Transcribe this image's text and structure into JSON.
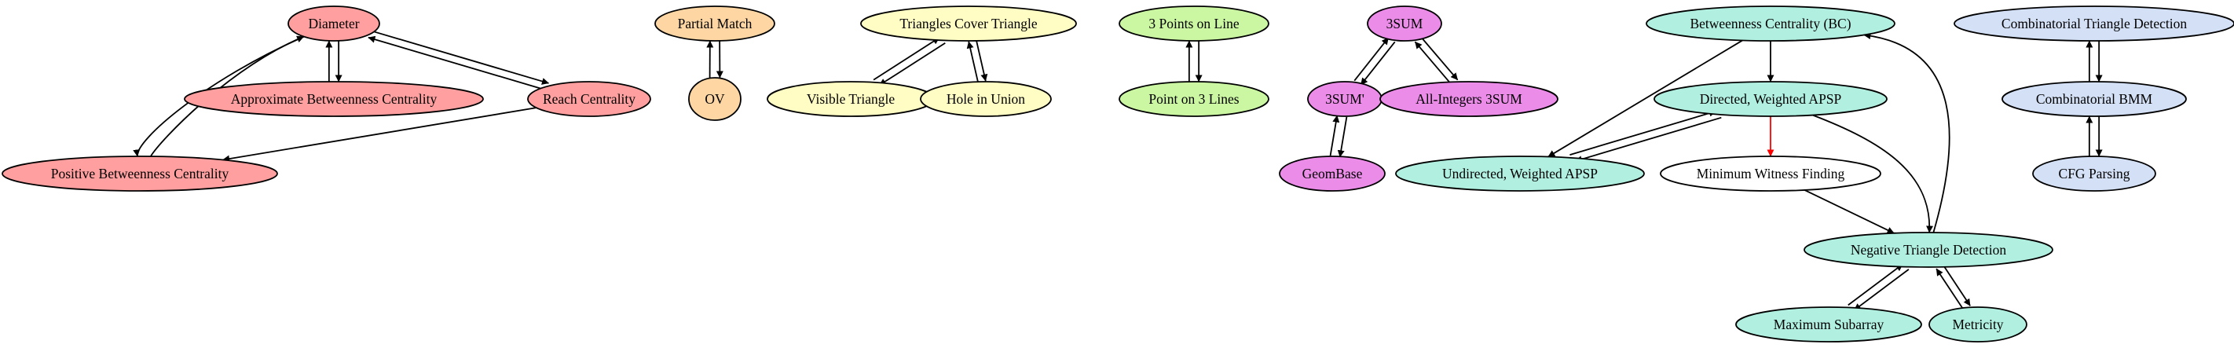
{
  "colors": {
    "red": "#ff9f9f",
    "orange": "#fdd6a3",
    "yellow": "#fffcc4",
    "green": "#cbf7a3",
    "magenta": "#ec8ce9",
    "teal": "#b1f0e0",
    "blue": "#d3e0f6",
    "white": "#ffffff",
    "edge_default": "#000000",
    "edge_highlight": "#ff0000"
  },
  "nodes": [
    {
      "id": "diameter",
      "label": "Diameter",
      "color": "red"
    },
    {
      "id": "approx_bc",
      "label": "Approximate Betweenness Centrality",
      "color": "red"
    },
    {
      "id": "reach",
      "label": "Reach Centrality",
      "color": "red"
    },
    {
      "id": "pos_bc",
      "label": "Positive Betweenness Centrality",
      "color": "red"
    },
    {
      "id": "partial_match",
      "label": "Partial Match",
      "color": "orange"
    },
    {
      "id": "ov",
      "label": "OV",
      "color": "orange"
    },
    {
      "id": "triangles_cover",
      "label": "Triangles Cover Triangle",
      "color": "yellow"
    },
    {
      "id": "visible_triangle",
      "label": "Visible Triangle",
      "color": "yellow"
    },
    {
      "id": "hole_union",
      "label": "Hole in Union",
      "color": "yellow"
    },
    {
      "id": "three_points",
      "label": "3 Points on Line",
      "color": "green"
    },
    {
      "id": "point_three_lines",
      "label": "Point on 3 Lines",
      "color": "green"
    },
    {
      "id": "threesum",
      "label": "3SUM",
      "color": "magenta"
    },
    {
      "id": "threesum_prime",
      "label": "3SUM'",
      "color": "magenta"
    },
    {
      "id": "all_int_threesum",
      "label": "All-Integers 3SUM",
      "color": "magenta"
    },
    {
      "id": "geombase",
      "label": "GeomBase",
      "color": "magenta"
    },
    {
      "id": "bc",
      "label": "Betweenness Centrality (BC)",
      "color": "teal"
    },
    {
      "id": "dw_apsp",
      "label": "Directed, Weighted APSP",
      "color": "teal"
    },
    {
      "id": "uw_apsp",
      "label": "Undirected, Weighted APSP",
      "color": "teal"
    },
    {
      "id": "min_witness",
      "label": "Minimum Witness Finding",
      "color": "white"
    },
    {
      "id": "neg_triangle",
      "label": "Negative Triangle Detection",
      "color": "teal"
    },
    {
      "id": "max_subarray",
      "label": "Maximum Subarray",
      "color": "teal"
    },
    {
      "id": "metricity",
      "label": "Metricity",
      "color": "teal"
    },
    {
      "id": "comb_tri",
      "label": "Combinatorial Triangle Detection",
      "color": "blue"
    },
    {
      "id": "comb_bmm",
      "label": "Combinatorial BMM",
      "color": "blue"
    },
    {
      "id": "cfg",
      "label": "CFG Parsing",
      "color": "blue"
    }
  ],
  "edges": [
    {
      "from": "diameter",
      "to": "approx_bc"
    },
    {
      "from": "approx_bc",
      "to": "diameter"
    },
    {
      "from": "diameter",
      "to": "reach"
    },
    {
      "from": "reach",
      "to": "diameter"
    },
    {
      "from": "diameter",
      "to": "pos_bc"
    },
    {
      "from": "pos_bc",
      "to": "diameter"
    },
    {
      "from": "reach",
      "to": "pos_bc"
    },
    {
      "from": "partial_match",
      "to": "ov"
    },
    {
      "from": "ov",
      "to": "partial_match"
    },
    {
      "from": "triangles_cover",
      "to": "visible_triangle"
    },
    {
      "from": "visible_triangle",
      "to": "triangles_cover"
    },
    {
      "from": "triangles_cover",
      "to": "hole_union"
    },
    {
      "from": "hole_union",
      "to": "triangles_cover"
    },
    {
      "from": "three_points",
      "to": "point_three_lines"
    },
    {
      "from": "point_three_lines",
      "to": "three_points"
    },
    {
      "from": "threesum",
      "to": "threesum_prime"
    },
    {
      "from": "threesum_prime",
      "to": "threesum"
    },
    {
      "from": "threesum",
      "to": "all_int_threesum"
    },
    {
      "from": "all_int_threesum",
      "to": "threesum"
    },
    {
      "from": "threesum_prime",
      "to": "geombase"
    },
    {
      "from": "geombase",
      "to": "threesum_prime"
    },
    {
      "from": "bc",
      "to": "dw_apsp"
    },
    {
      "from": "bc",
      "to": "uw_apsp"
    },
    {
      "from": "neg_triangle",
      "to": "bc"
    },
    {
      "from": "dw_apsp",
      "to": "uw_apsp"
    },
    {
      "from": "uw_apsp",
      "to": "dw_apsp"
    },
    {
      "from": "dw_apsp",
      "to": "min_witness",
      "highlight": true
    },
    {
      "from": "dw_apsp",
      "to": "neg_triangle"
    },
    {
      "from": "min_witness",
      "to": "neg_triangle"
    },
    {
      "from": "neg_triangle",
      "to": "max_subarray"
    },
    {
      "from": "max_subarray",
      "to": "neg_triangle"
    },
    {
      "from": "neg_triangle",
      "to": "metricity"
    },
    {
      "from": "metricity",
      "to": "neg_triangle"
    },
    {
      "from": "comb_tri",
      "to": "comb_bmm"
    },
    {
      "from": "comb_bmm",
      "to": "comb_tri"
    },
    {
      "from": "comb_bmm",
      "to": "cfg"
    },
    {
      "from": "cfg",
      "to": "comb_bmm"
    }
  ]
}
